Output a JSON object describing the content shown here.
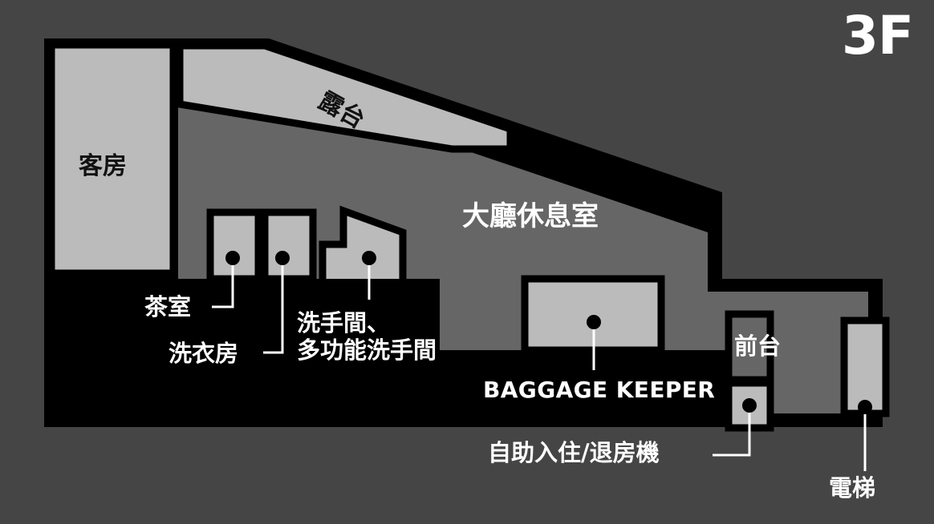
{
  "floor": {
    "badge": "3F"
  },
  "colors": {
    "background": "#454545",
    "lobby_fill": "#666666",
    "room_fill": "#bbbbbb",
    "wall": "#000000",
    "black_area": "#000000",
    "label_light": "#ffffff",
    "label_dark": "#111111"
  },
  "rooms": [
    {
      "id": "guest-room",
      "label": "客房",
      "label_color": "dark"
    },
    {
      "id": "terrace",
      "label": "露台",
      "label_color": "dark"
    },
    {
      "id": "lobby",
      "label": "大廳休息室",
      "label_color": "light"
    },
    {
      "id": "front-desk",
      "label": "前台",
      "label_color": "light"
    }
  ],
  "callouts": [
    {
      "id": "tea-room",
      "label": "茶室",
      "label_color": "light"
    },
    {
      "id": "laundry-room",
      "label": "洗衣房",
      "label_color": "light"
    },
    {
      "id": "restroom",
      "label_line1": "洗手間、",
      "label_line2": "多功能洗手間",
      "label_color": "light"
    },
    {
      "id": "baggage-keeper",
      "label": "BAGGAGE KEEPER",
      "label_color": "light"
    },
    {
      "id": "self-checkin",
      "label": "自助入住/退房機",
      "label_color": "light"
    },
    {
      "id": "elevator",
      "label": "電梯",
      "label_color": "light"
    }
  ]
}
